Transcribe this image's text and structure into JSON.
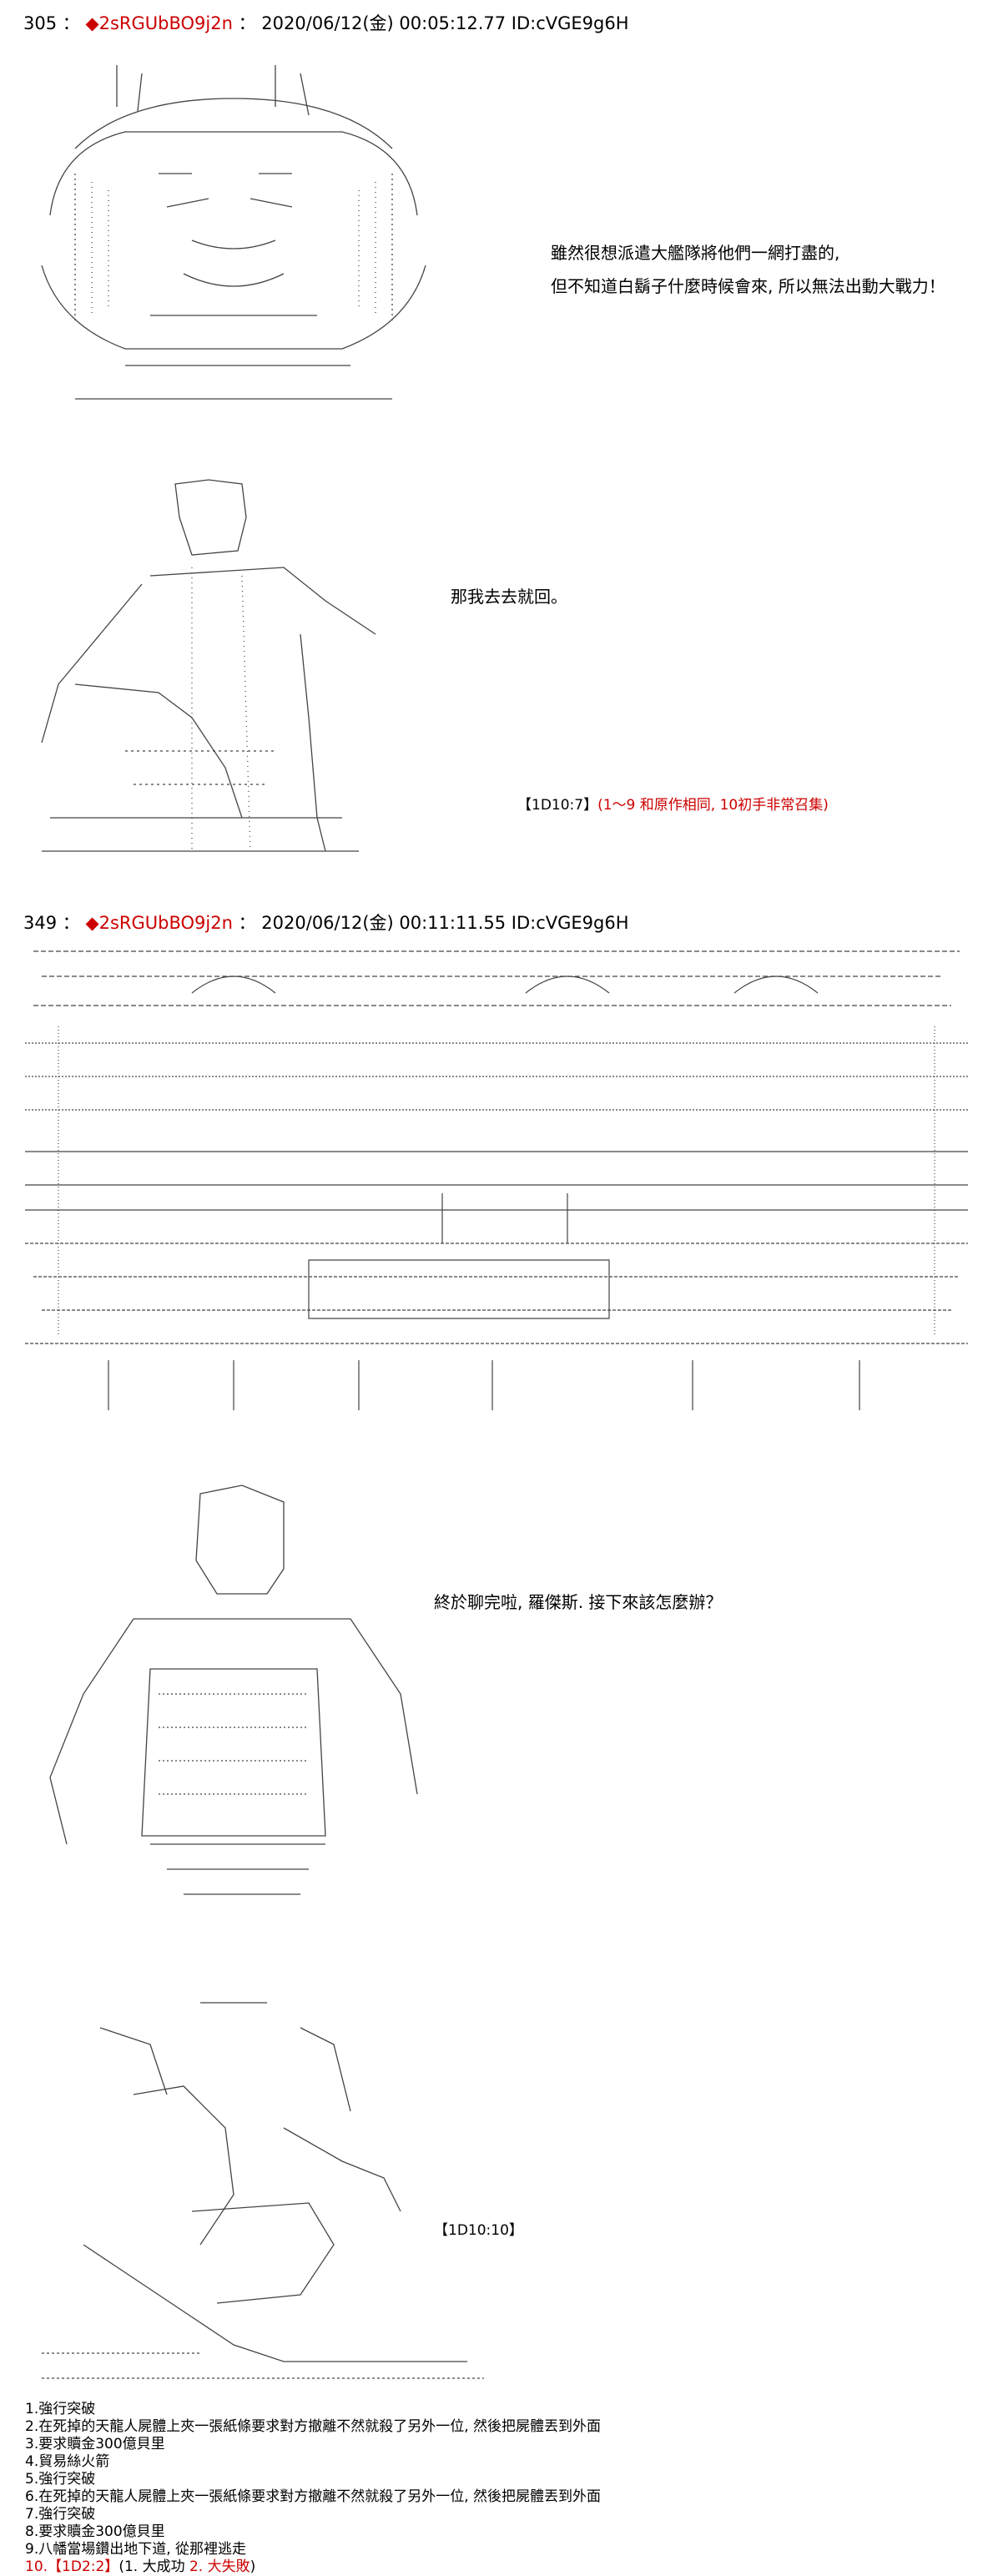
{
  "post_305": {
    "number": "305",
    "sep": "：",
    "trip": "◆2sRGUbBO9j2n",
    "datetime": "2020/06/12(金) 00:05:12.77 ID:cVGE9g6H"
  },
  "dialogue_1": {
    "line1": "雖然很想派遣大艦隊將他們一網打盡的,",
    "line2": "但不知道白鬍子什麼時候會來, 所以無法出動大戰力！"
  },
  "dialogue_2": {
    "line1": "那我去去就回。"
  },
  "roll_1": {
    "label": "【1D10:7】",
    "text": "(1～9 和原作相同, 10初手非常召集)"
  },
  "post_349": {
    "number": "349",
    "sep": "：",
    "trip": "◆2sRGUbBO9j2n",
    "datetime": "2020/06/12(金) 00:11:11.55 ID:cVGE9g6H"
  },
  "dialogue_3": {
    "line1": "終於聊完啦, 羅傑斯. 接下來該怎麼辦？"
  },
  "roll_2": {
    "label": "【1D10:10】"
  },
  "choices": [
    "1.強行突破",
    "2.在死掉的天龍人屍體上夾一張紙條要求對方撤離不然就殺了另外一位, 然後把屍體丟到外面",
    "3.要求贖金300億貝里",
    "4.貿易絲火箭",
    "5.強行突破",
    "6.在死掉的天龍人屍體上夾一張紙條要求對方撤離不然就殺了另外一位, 然後把屍體丟到外面",
    "7.強行突破",
    "8.要求贖金300億貝里",
    "9.八幡當場鑽出地下道, 從那裡逃走"
  ],
  "last_choice": {
    "num": "10.",
    "roll": "【1D2:2】",
    "open": "(1. 大成功 ",
    "red": "2. 大失敗",
    "close": ")"
  },
  "colors": {
    "trip": "#cc0000",
    "roll": "#cc0000",
    "text": "#000000"
  },
  "art_blocks": [
    "whitebeard-face-art",
    "akainu-figure-art",
    "battleships-fleet-art",
    "bulky-man-art",
    "crouching-figure-art"
  ]
}
